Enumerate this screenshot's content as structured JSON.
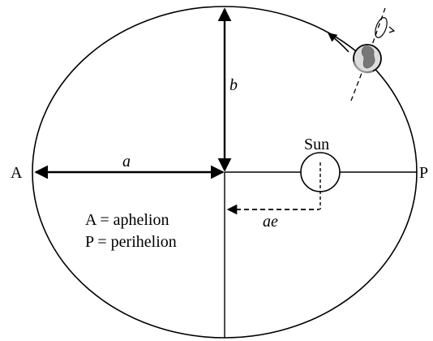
{
  "labels": {
    "aphelion_point": "A",
    "perihelion_point": "P",
    "semi_major_axis": "a",
    "semi_minor_axis": "b",
    "focal_offset": "ae",
    "sun": "Sun"
  },
  "legend": {
    "line1": "A = aphelion",
    "line2": "P = perihelion"
  },
  "colors": {
    "stroke": "#000000",
    "planet_fill": "#dddddd",
    "planet_land": "#777777"
  },
  "icons": {
    "planet": "earth-globe-icon",
    "orbit_direction": "arrow-icon",
    "spin": "rotation-arrow-icon"
  }
}
